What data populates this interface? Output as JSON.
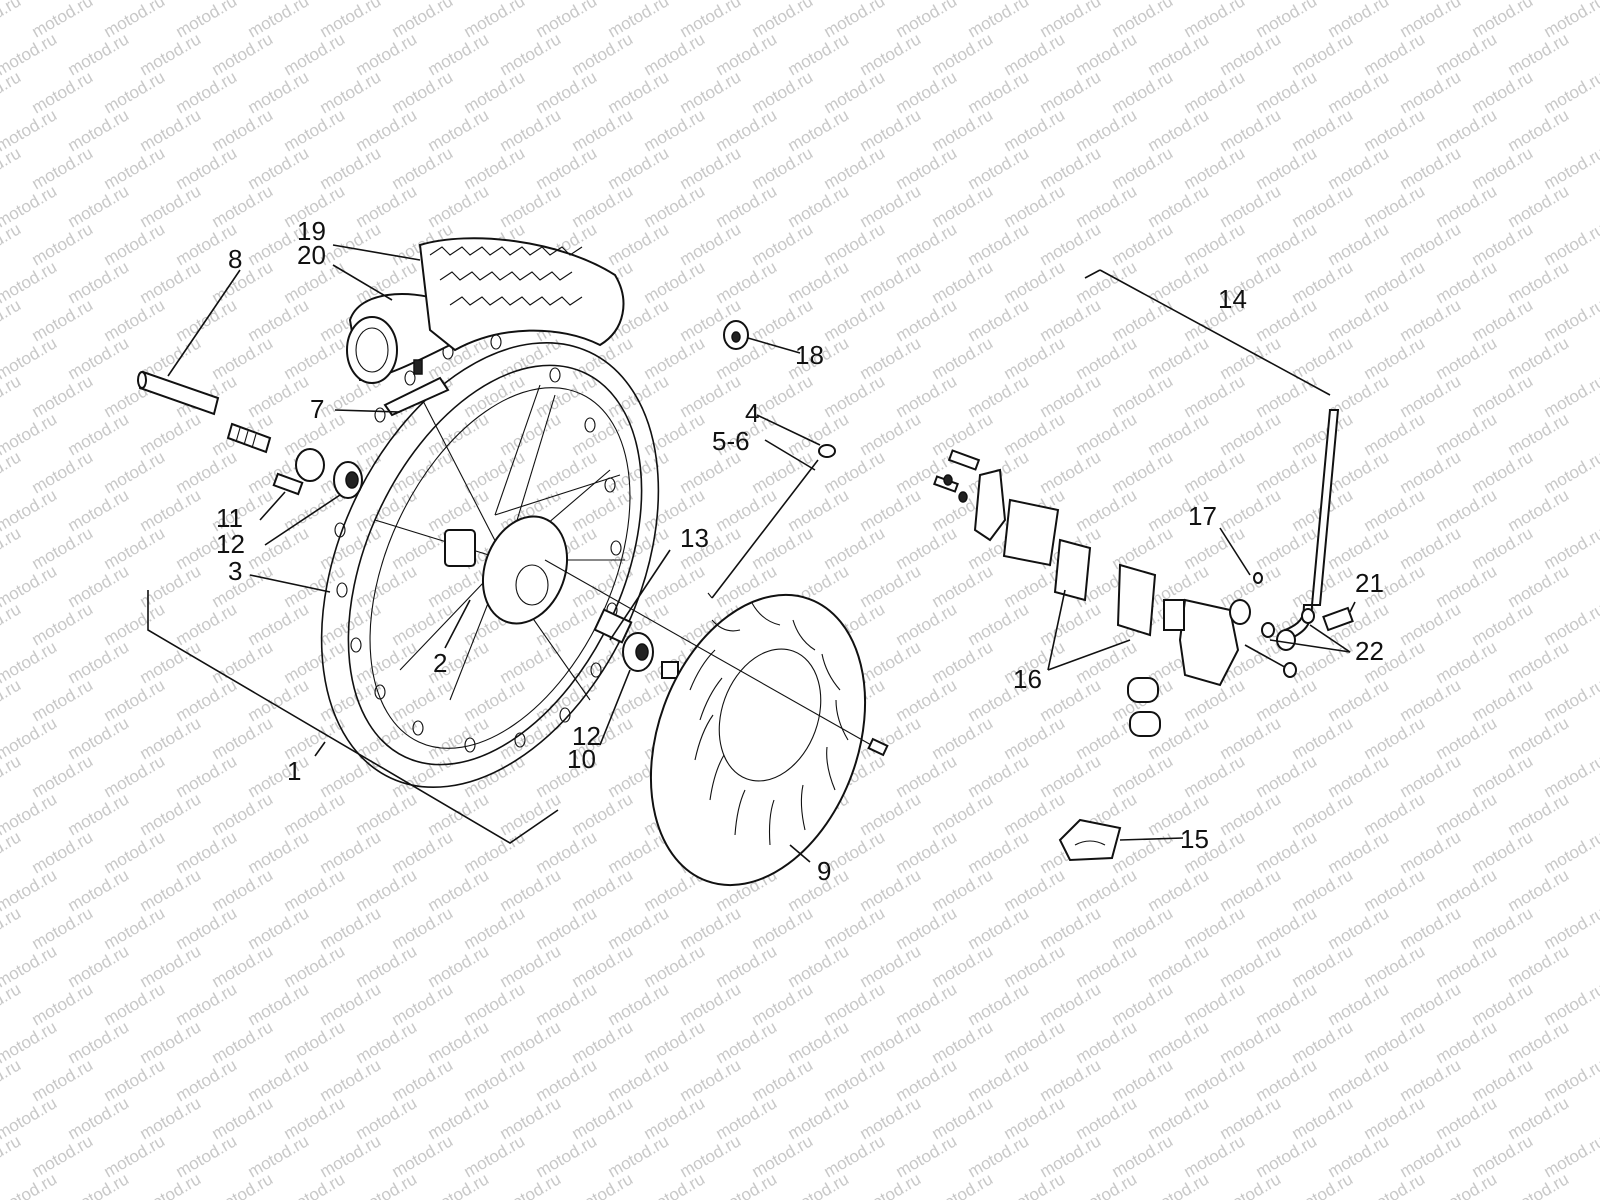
{
  "watermark": {
    "text": "motod.ru",
    "color": "#c8c8c8"
  },
  "callouts": [
    {
      "id": "c1",
      "text": "1"
    },
    {
      "id": "c2",
      "text": "2"
    },
    {
      "id": "c3",
      "text": "3"
    },
    {
      "id": "c4",
      "text": "4"
    },
    {
      "id": "c56",
      "text": "5-6"
    },
    {
      "id": "c7",
      "text": "7"
    },
    {
      "id": "c8",
      "text": "8"
    },
    {
      "id": "c9",
      "text": "9"
    },
    {
      "id": "c10",
      "text": "10"
    },
    {
      "id": "c11",
      "text": "11"
    },
    {
      "id": "c12a",
      "text": "12"
    },
    {
      "id": "c12b",
      "text": "12"
    },
    {
      "id": "c13",
      "text": "13"
    },
    {
      "id": "c14",
      "text": "14"
    },
    {
      "id": "c15",
      "text": "15"
    },
    {
      "id": "c16",
      "text": "16"
    },
    {
      "id": "c17",
      "text": "17"
    },
    {
      "id": "c18",
      "text": "18"
    },
    {
      "id": "c19",
      "text": "19"
    },
    {
      "id": "c20",
      "text": "20"
    },
    {
      "id": "c21",
      "text": "21"
    },
    {
      "id": "c22",
      "text": "22"
    }
  ],
  "icons": [
    "front-wheel-icon",
    "brake-disc-icon",
    "brake-caliper-icon",
    "tyre-icon",
    "inner-tube-icon",
    "axle-icon",
    "brake-hose-icon"
  ]
}
